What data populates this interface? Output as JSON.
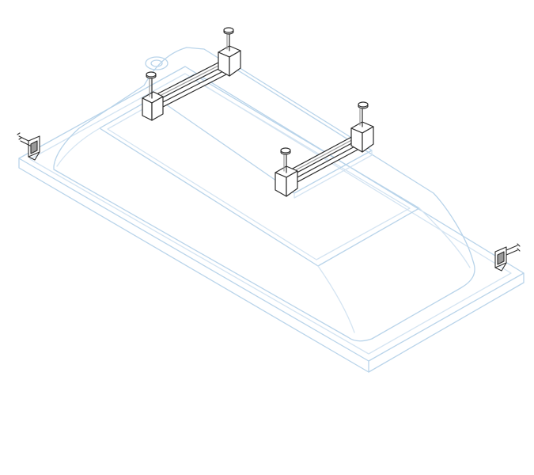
{
  "diagram": {
    "colors": {
      "background": "#ffffff",
      "tub_outline": "#b9d4ea",
      "tub_outline_light": "#d4e4f2",
      "hardware": "#2b2b2b",
      "hardware_fill": "#ffffff",
      "hardware_shade": "#9a9a9a"
    },
    "parts": [
      {
        "name": "bathtub",
        "icon": "bathtub-icon"
      },
      {
        "name": "support-frame",
        "count": 2,
        "icon": "frame-bracket-icon"
      },
      {
        "name": "adjustable-leg",
        "count": 4,
        "icon": "screw-leg-icon"
      },
      {
        "name": "wall-bracket",
        "count": 2,
        "icon": "wall-bracket-icon"
      }
    ]
  }
}
